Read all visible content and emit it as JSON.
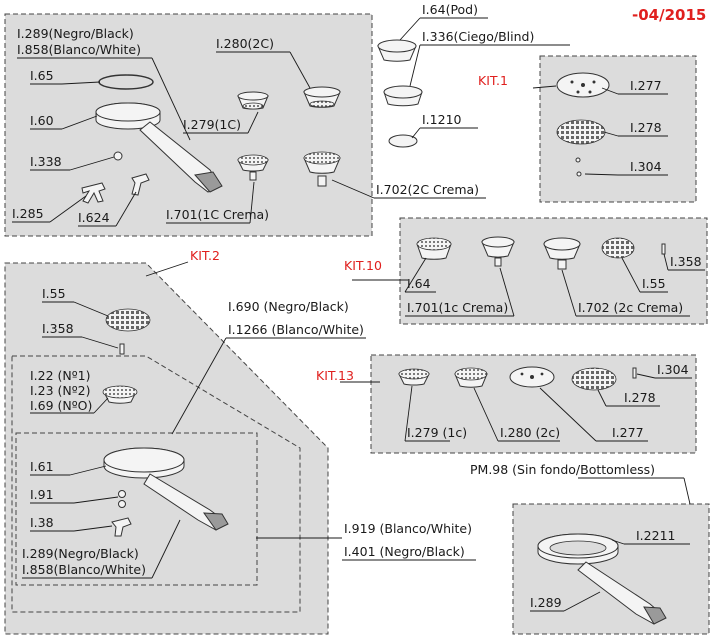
{
  "date": "-04/2015",
  "callouts": {
    "p289_858": [
      "I.289(Negro/Black)",
      "I.858(Blanco/White)"
    ],
    "i65": "I.65",
    "i60": "I.60",
    "i338": "I.338",
    "i285": "I.285",
    "i624": "I.624",
    "i280_2c": "I.280(2C)",
    "i279_1c": "I.279(1C)",
    "i701_1c": "I.701(1C Crema)",
    "i702_2c": "I.702(2C Crema)",
    "i64_pod": "I.64(Pod)",
    "i336": "I.336(Ciego/Blind)",
    "i1210": "I.1210",
    "kit1": "KIT.1",
    "k1_277": "I.277",
    "k1_278": "I.278",
    "k1_304": "I.304",
    "kit10": "KIT.10",
    "k10_64": "I.64",
    "k10_701": "I.701(1c Crema)",
    "k10_702": "I.702 (2c Crema)",
    "k10_55": "I.55",
    "k10_358": "I.358",
    "kit13": "KIT.13",
    "k13_279": "I.279 (1c)",
    "k13_280": "I.280 (2c)",
    "k13_277": "I.277",
    "k13_278": "I.278",
    "k13_304": "I.304",
    "kit2": "KIT.2",
    "k2_55": "I.55",
    "k2_358": "I.358",
    "k2_22": "I.22 (Nº1)",
    "k2_23": "I.23 (Nº2)",
    "k2_69": "I.69 (NºO)",
    "i690": "I.690",
    "i690_suffix": " (Negro/Black)",
    "i1266": "I.1266",
    "i1266_suffix": " (Blanco/White)",
    "k2_61": "I.61",
    "k2_91": "I.91",
    "k2_38": "I.38",
    "k2_289": "I.289(Negro/Black)",
    "k2_858": "I.858(Blanco/White)",
    "i919": "I.919",
    "i919_suffix": " (Blanco/White)",
    "i401": "I.401",
    "i401_suffix": " (Negro/Black)",
    "pm98": "PM.98",
    "pm98_suffix": " (Sin fondo/Bottomless)",
    "pm_2211": "I.2211",
    "pm_289": "I.289"
  }
}
